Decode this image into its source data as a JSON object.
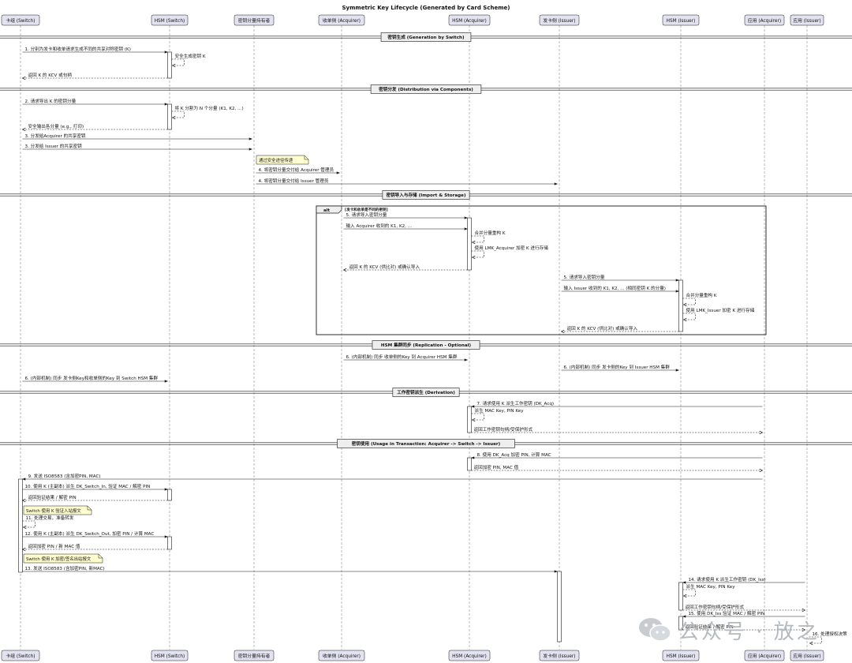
{
  "title": "Symmetric Key Lifecycle (Generated by Card Scheme)",
  "participants": [
    {
      "id": "switch",
      "label": "卡组 (Switch)"
    },
    {
      "id": "hsm_switch",
      "label": "HSM (Switch)"
    },
    {
      "id": "holder",
      "label": "密钥分量持有者"
    },
    {
      "id": "acq",
      "label": "收单侧 (Acquirer)"
    },
    {
      "id": "hsm_acq",
      "label": "HSM (Acquirer)"
    },
    {
      "id": "iss",
      "label": "发卡侧 (Issuer)"
    },
    {
      "id": "hsm_iss",
      "label": "HSM (Issuer)"
    },
    {
      "id": "app_acq",
      "label": "应用 (Acquirer)"
    },
    {
      "id": "app_iss",
      "label": "应用 (Issuer)"
    }
  ],
  "dividers": [
    {
      "id": "d1",
      "label": "密钥生成 (Generation by Switch)"
    },
    {
      "id": "d2",
      "label": "密钥分发 (Distribution via Components)"
    },
    {
      "id": "d3",
      "label": "密钥导入与存储 (Import & Storage)"
    },
    {
      "id": "d4",
      "label": "HSM 集群同步 (Replication - Optional)"
    },
    {
      "id": "d5",
      "label": "工作密钥派生 (Derivation)"
    },
    {
      "id": "d6",
      "label": "密钥使用 (Usage in Transaction: Acquirer -> Switch -> Issuer)"
    }
  ],
  "alt_block": {
    "keyword": "alt",
    "condition": "[发卡和收单是不同的密钥]"
  },
  "messages": [
    {
      "id": "m1",
      "text": "1. 分别为发卡和收单请求生成不同的共享对称密钥 (K)"
    },
    {
      "id": "m2",
      "text": "安全生成密钥 K"
    },
    {
      "id": "m3",
      "text": "返回 K 的 KCV 或句柄"
    },
    {
      "id": "m4",
      "text": "2. 请求导出 K 的密钥分量"
    },
    {
      "id": "m5",
      "text": "将 K 分割为 N 个分量 (K1, K2, ...)"
    },
    {
      "id": "m6",
      "text": "安全输出各分量 (e.g., 打印)"
    },
    {
      "id": "m7",
      "text": "3. 分发给Acquirer 的共享密钥"
    },
    {
      "id": "m8",
      "text": "3. 分发给 Issuer 的共享密钥"
    },
    {
      "id": "m9",
      "text": "4. 将密钥分量交付给 Acquirer 管理员"
    },
    {
      "id": "m10",
      "text": "4. 将密钥分量交付给 Issuer 管理员"
    },
    {
      "id": "m11",
      "text": "5. 请求导入密钥分量"
    },
    {
      "id": "m12",
      "text": "输入 Acquirer 收到的 K1, K2, ..."
    },
    {
      "id": "m13",
      "text": "合并分量重构 K"
    },
    {
      "id": "m14",
      "text": "使用 LMK_Acquirer 加密 K 进行存储"
    },
    {
      "id": "m15",
      "text": "返回 K 的 KCV (供比对) 或确认导入"
    },
    {
      "id": "m16",
      "text": "5. 请求导入密钥分量"
    },
    {
      "id": "m17",
      "text": "输入 Issuer 收到的 K1, K2, ... (相同密钥 K 的分量)"
    },
    {
      "id": "m18",
      "text": "合并分量重构 K"
    },
    {
      "id": "m19",
      "text": "使用 LMK_Issuer 加密 K 进行存储"
    },
    {
      "id": "m20",
      "text": "返回 K 的 KCV (供比对) 或确认导入"
    },
    {
      "id": "m21",
      "text": "6. (内部机制) 同步 收单侧的Key 到 Acquirer HSM 集群"
    },
    {
      "id": "m22",
      "text": "6. (内部机制) 同步 发卡侧的Key 到 Issuer HSM 集群"
    },
    {
      "id": "m23",
      "text": "6. (内部机制) 同步 发卡侧Key和收单侧的Key 到 Switch HSM 集群"
    },
    {
      "id": "m24",
      "text": "7. 请求使用 K 派生工作密钥 (DK_Acq)"
    },
    {
      "id": "m25",
      "text": "派生 MAC Key, PIN Key"
    },
    {
      "id": "m26",
      "text": "返回工作密钥句柄/受保护形式"
    },
    {
      "id": "m27",
      "text": "8. 使用 DK_Acq 加密 PIN, 计算 MAC"
    },
    {
      "id": "m28",
      "text": "返回加密 PIN, MAC 值"
    },
    {
      "id": "m29",
      "text": "9. 发送 ISO8583 (含加密PIN, MAC)"
    },
    {
      "id": "m30",
      "text": "10. 使用 K (主副本) 派生 DK_Switch_In, 验证 MAC / 解密 PIN"
    },
    {
      "id": "m31",
      "text": "返回验证结果 / 解密 PIN"
    },
    {
      "id": "m32",
      "text": "11. 处理交易，准备转发"
    },
    {
      "id": "m33",
      "text": "12. 使用 K (主副本) 派生 DK_Switch_Out, 加密 PIN / 计算 MAC"
    },
    {
      "id": "m34",
      "text": "返回加密 PIN / 新 MAC 值"
    },
    {
      "id": "m35",
      "text": "13. 发送 ISO8583 (含加密PIN, 新MAC)"
    },
    {
      "id": "m36",
      "text": "14. 请求使用 K 派生工作密钥 (DK_Iss)"
    },
    {
      "id": "m37",
      "text": "派生 MAC Key, PIN Key"
    },
    {
      "id": "m38",
      "text": "返回工作密钥句柄/受保护形式"
    },
    {
      "id": "m39",
      "text": "15. 使用 DK_Iss 验证 MAC / 解密 PIN"
    },
    {
      "id": "m40",
      "text": "返回验证结果 / 解密 PIN"
    },
    {
      "id": "m41",
      "text": "16. 处理授权决策"
    }
  ],
  "notes": [
    {
      "id": "n1",
      "text": "通过安全途径传递"
    },
    {
      "id": "n2",
      "text": "Switch 使用 K 验证入站报文"
    },
    {
      "id": "n3",
      "text": "Switch 使用 K 加密/签名出站报文"
    }
  ],
  "watermark": {
    "text": "公众号 · 放之",
    "icon": "wechat-icon"
  },
  "colors": {
    "participant_fill": "#e2e2f0",
    "participant_stroke": "#181818",
    "note_fill": "#fefece",
    "line": "#181818",
    "lifeline": "#8a8a8a"
  }
}
